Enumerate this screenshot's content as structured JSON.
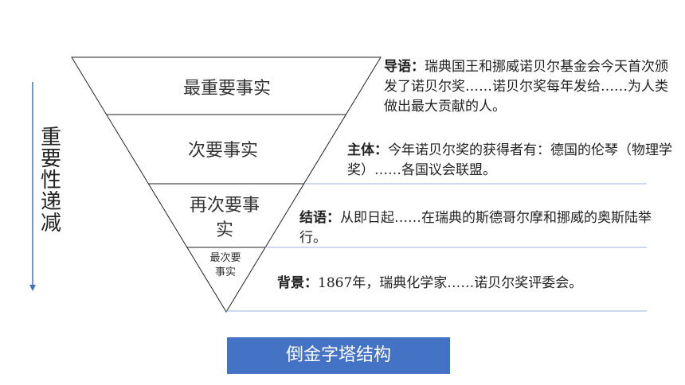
{
  "pyramid": {
    "tiers": [
      {
        "label": "最重要事实"
      },
      {
        "label": "次要事实"
      },
      {
        "label": "再次要事\n实"
      },
      {
        "label": "最次要\n事实"
      }
    ]
  },
  "descriptions": [
    {
      "key": "导语：",
      "text": "瑞典国王和挪威诺贝尔基金会今天首次颁发了诺贝尔奖……诺贝尔奖每年发给……为人类做出最大贡献的人。"
    },
    {
      "key": "主体：",
      "text": "今年诺贝尔奖的获得者有：德国的伦琴（物理学奖）……各国议会联盟。"
    },
    {
      "key": "结语：",
      "text": "从即日起……在瑞典的斯德哥尔摩和挪威的奥斯陆举行。"
    },
    {
      "key": "背景：",
      "text": "1867年，瑞典化学家……诺贝尔奖评委会。"
    }
  ],
  "side_label": "重要性递减",
  "caption": "倒金字塔结构",
  "colors": {
    "accent": "#4472c4",
    "arrow": "#4472c4",
    "line": "#9db3dc"
  }
}
